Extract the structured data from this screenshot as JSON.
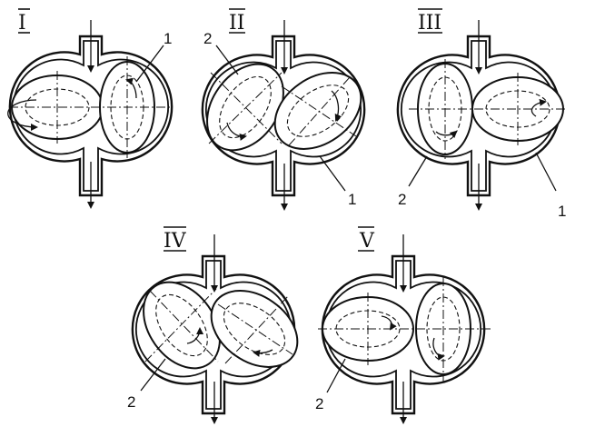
{
  "stages": [
    {
      "id": "I",
      "label": "I",
      "parts": [
        "1"
      ]
    },
    {
      "id": "II",
      "label": "II",
      "parts": [
        "2",
        "1"
      ]
    },
    {
      "id": "III",
      "label": "III",
      "parts": [
        "2",
        "1"
      ]
    },
    {
      "id": "IV",
      "label": "IV",
      "parts": [
        "2"
      ]
    },
    {
      "id": "V",
      "label": "V",
      "parts": [
        "2"
      ]
    }
  ]
}
